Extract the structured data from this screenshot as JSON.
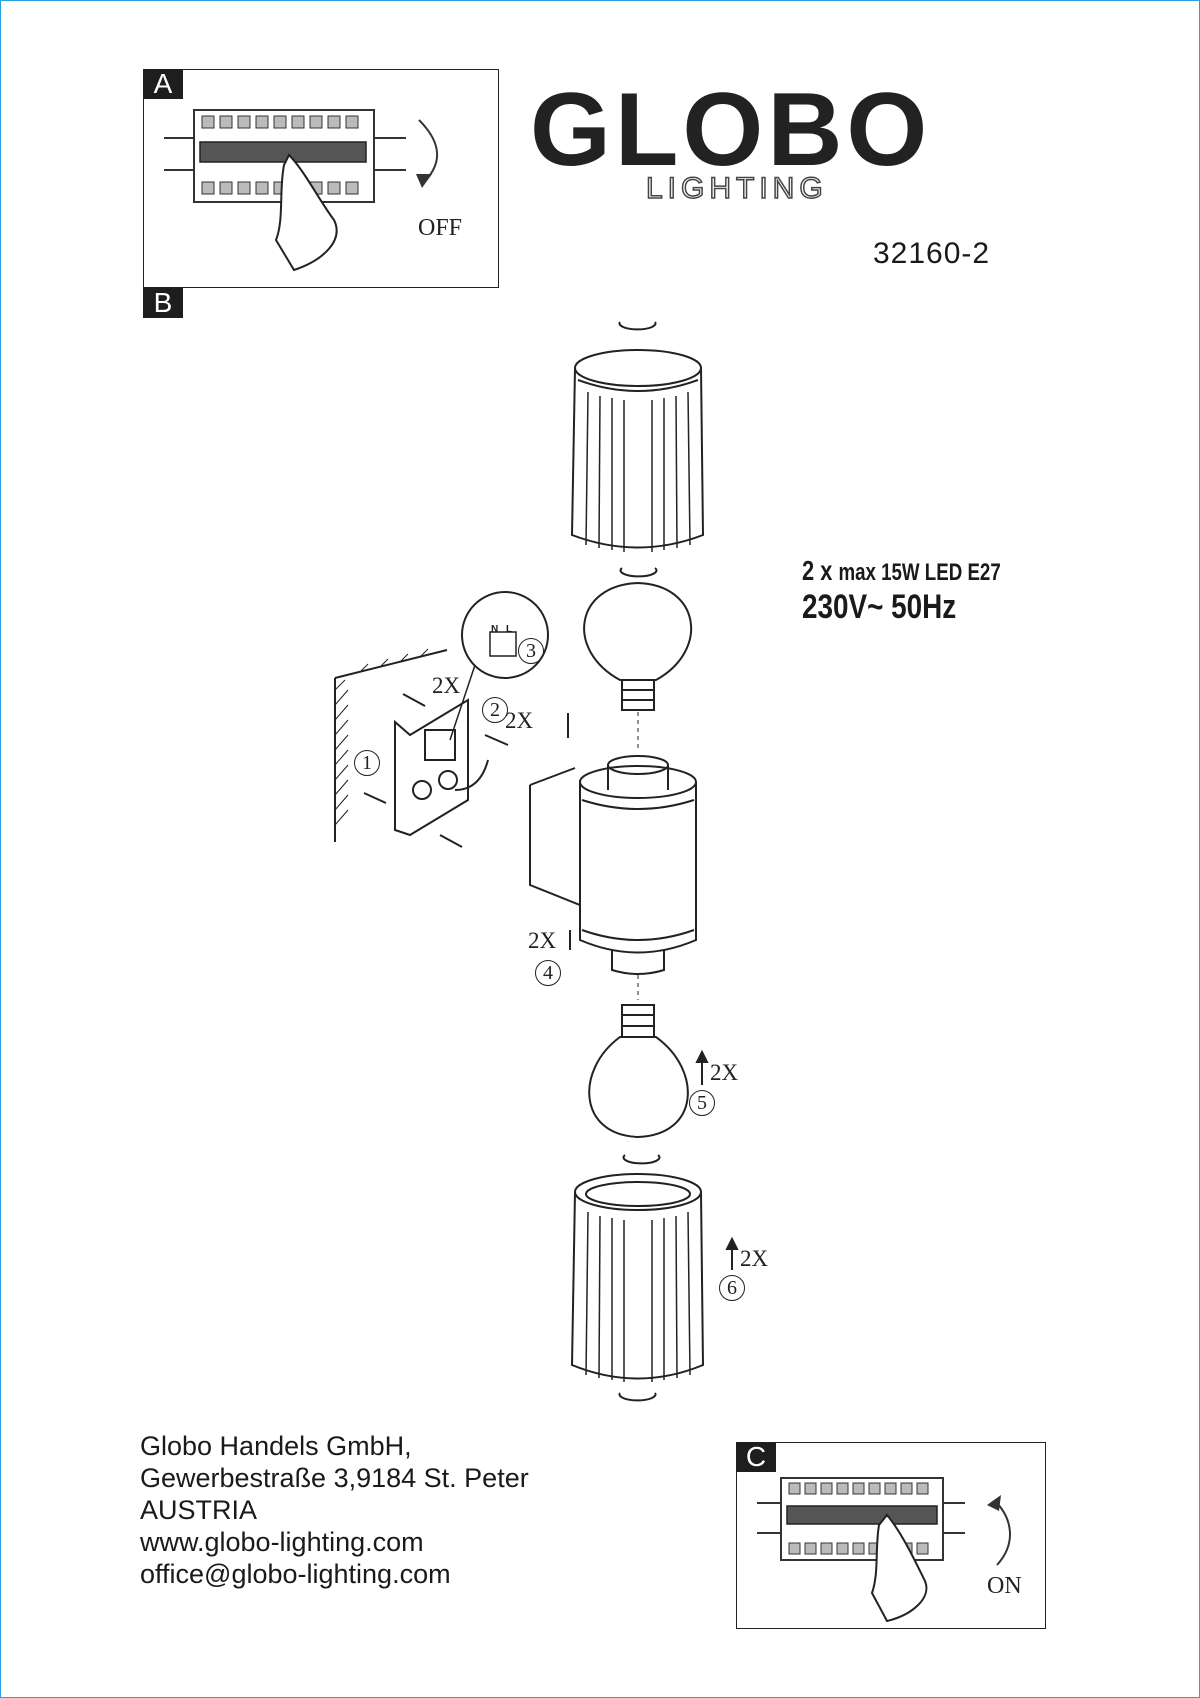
{
  "brand": {
    "name": "GLOBO",
    "sub": "LIGHTING"
  },
  "model_number": "32160-2",
  "step_tags": {
    "a": "A",
    "b": "B",
    "c": "C"
  },
  "switch_labels": {
    "off": "OFF",
    "on": "ON"
  },
  "spec": {
    "qty": "2 x",
    "bulb": "max 15W LED E27",
    "power": "230V~ 50Hz"
  },
  "callouts": {
    "step1": "1",
    "step2": "2",
    "step3": "3",
    "step4": "4",
    "step5": "5",
    "step6": "6",
    "x_plugs": "2X",
    "x_screws": "2X",
    "x_grub": "2X",
    "x_bulb": "2X",
    "x_shade": "2X"
  },
  "terminal": {
    "n": "N",
    "l": "L"
  },
  "company": {
    "name": "Globo Handels GmbH,",
    "street": "Gewerbestraße 3,9184 St. Peter",
    "country": "AUSTRIA",
    "web": "www.globo-lighting.com",
    "email": "office@globo-lighting.com"
  }
}
